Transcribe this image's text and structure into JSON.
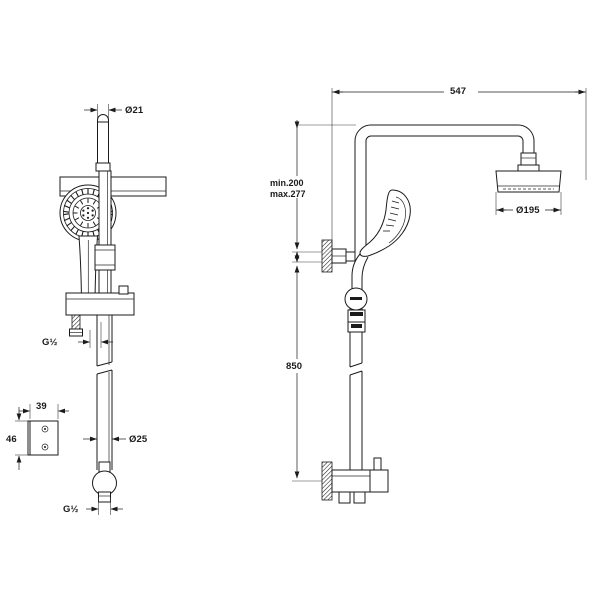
{
  "drawing": {
    "title": "Shower column technical dimension drawing",
    "background_color": "#ffffff",
    "line_color": "#1b1b1b",
    "views": [
      {
        "name": "front-view",
        "position": "left"
      },
      {
        "name": "side-elevation-view",
        "position": "right"
      }
    ]
  },
  "left_view": {
    "dimensions": {
      "rail_top_diameter": "Ø21",
      "rail_bottom_diameter": "Ø25",
      "inlet_thread_top": "G½",
      "inlet_thread_bottom": "G½"
    },
    "detail": {
      "name": "bracket-detail",
      "width": "39",
      "height": "46"
    }
  },
  "right_view": {
    "dimensions": {
      "arm_reach": "547",
      "head_diameter": "Ø195",
      "holder_height_min": "min.200",
      "holder_height_max": "max.277",
      "mixer_height": "850"
    }
  },
  "labels": {
    "d21": "Ø21",
    "d25": "Ø25",
    "d195": "Ø195",
    "g_half_top": "G½",
    "g_half_bottom": "G½",
    "w39": "39",
    "h46": "46",
    "len547": "547",
    "min200": "min.200",
    "max277": "max.277",
    "h850": "850"
  }
}
